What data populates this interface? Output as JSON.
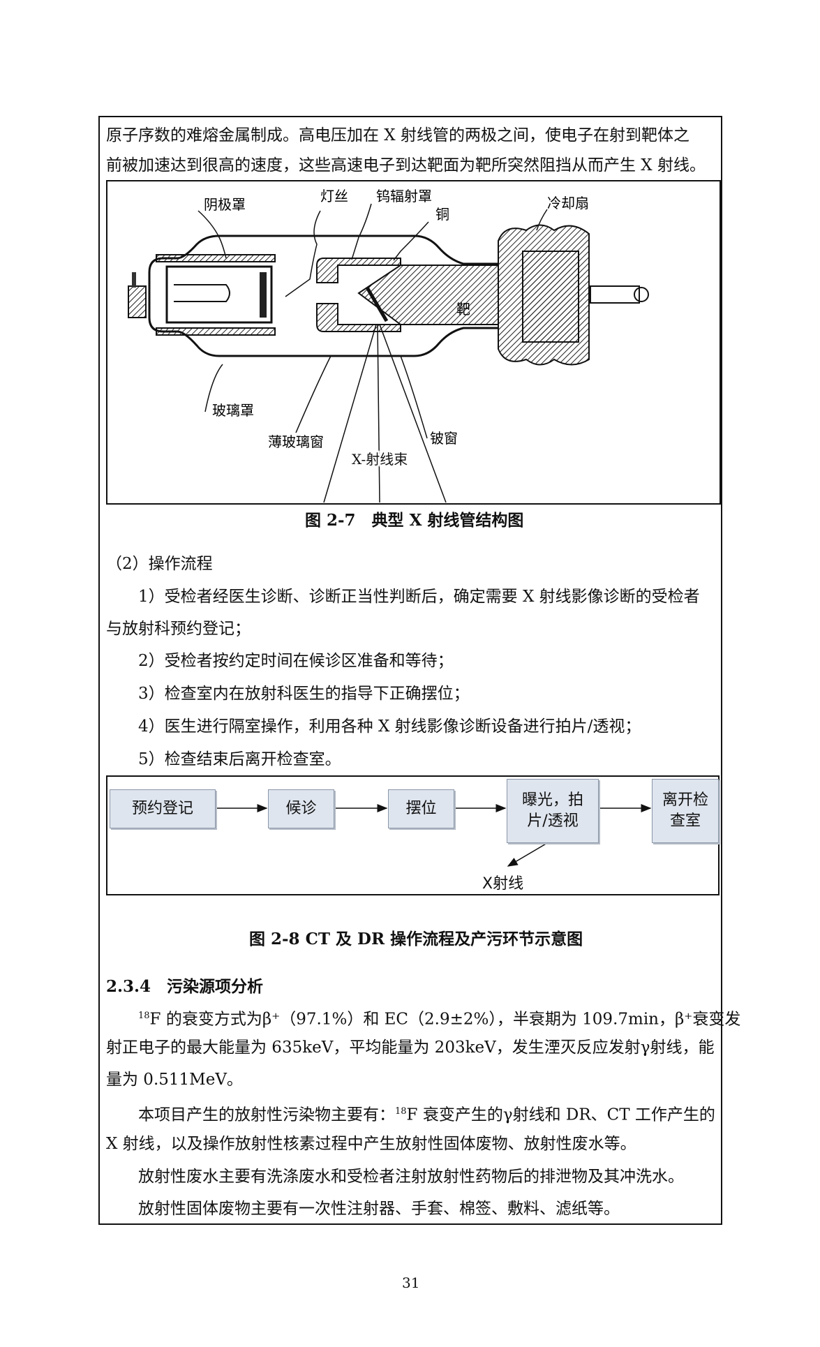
{
  "intro_lines": [
    "原子序数的难熔金属制成。高电压加在 X 射线管的两极之间，使电子在射到靶体之",
    "前被加速达到很高的速度，这些高速电子到达靶面为靶所突然阻挡从而产生 X 射线。"
  ],
  "figure1": {
    "labels": {
      "cathode_cover": "阴极罩",
      "filament": "灯丝",
      "tungsten_shield": "钨辐射罩",
      "copper": "铜",
      "cooling_fin": "冷却扇",
      "target": "靶",
      "glass_cover": "玻璃罩",
      "thin_glass_window": "薄玻璃窗",
      "beryllium_window": "铍窗",
      "xray_beam": "X-射线束"
    },
    "caption": "图 2-7　典型 X 射线管结构图"
  },
  "section2": {
    "heading": "（2）操作流程",
    "steps": [
      "1）受检者经医生诊断、诊断正当性判断后，确定需要 X 射线影像诊断的受检者",
      "与放射科预约登记；",
      "2）受检者按约定时间在候诊区准备和等待；",
      "3）检查室内在放射科医生的指导下正确摆位；",
      "4）医生进行隔室操作，利用各种 X 射线影像诊断设备进行拍片/透视；",
      "5）检查结束后离开检查室。"
    ]
  },
  "flow": {
    "boxes": [
      "预约登记",
      "候诊",
      "摆位",
      "曝光，拍片/透视",
      "离开检查室"
    ],
    "output_label": "X射线",
    "caption": "图 2-8 CT 及 DR 操作流程及产污环节示意图"
  },
  "section234": {
    "heading": "2.3.4　污染源项分析",
    "p1_l1_pre": "18",
    "p1_l1": "F 的衰变方式为β⁺（97.1%）和 EC（2.9±2%），半衰期为 109.7min，β⁺衰变发",
    "p1_l2": "射正电子的最大能量为 635keV，平均能量为 203keV，发生湮灭反应发射γ射线，能",
    "p1_l3": "量为 0.511MeV。",
    "p2_l1_a": "本项目产生的放射性污染物主要有：",
    "p2_l1_sup": "18",
    "p2_l1_b": "F 衰变产生的γ射线和 DR、CT 工作产生的",
    "p2_l2": "X 射线，以及操作放射性核素过程中产生放射性固体废物、放射性废水等。",
    "p3": "放射性废水主要有洗涤废水和受检者注射放射性药物后的排泄物及其冲洗水。",
    "p4": "放射性固体废物主要有一次性注射器、手套、棉签、敷料、滤纸等。"
  },
  "page_number": "31"
}
